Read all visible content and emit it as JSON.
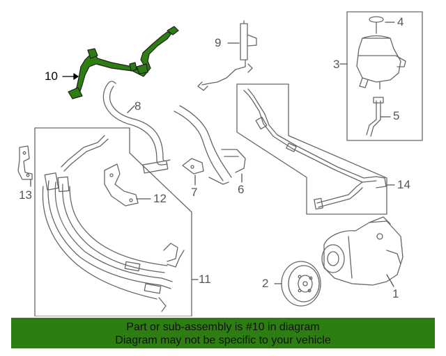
{
  "callouts": [
    {
      "id": "c1",
      "label": "1"
    },
    {
      "id": "c2",
      "label": "2"
    },
    {
      "id": "c3",
      "label": "3"
    },
    {
      "id": "c4",
      "label": "4"
    },
    {
      "id": "c5",
      "label": "5"
    },
    {
      "id": "c6",
      "label": "6"
    },
    {
      "id": "c7",
      "label": "7"
    },
    {
      "id": "c8",
      "label": "8"
    },
    {
      "id": "c9",
      "label": "9"
    },
    {
      "id": "c10",
      "label": "10"
    },
    {
      "id": "c11",
      "label": "11"
    },
    {
      "id": "c12",
      "label": "12"
    },
    {
      "id": "c13",
      "label": "13"
    },
    {
      "id": "c14",
      "label": "14"
    }
  ],
  "banner": {
    "line1": "Part or sub-assembly is #10 in diagram",
    "line2": "Diagram may not be specific to your vehicle"
  },
  "colors": {
    "highlight_part": "#2e7d12",
    "banner_bg": "#2e7d12",
    "line_art": "#666666"
  }
}
